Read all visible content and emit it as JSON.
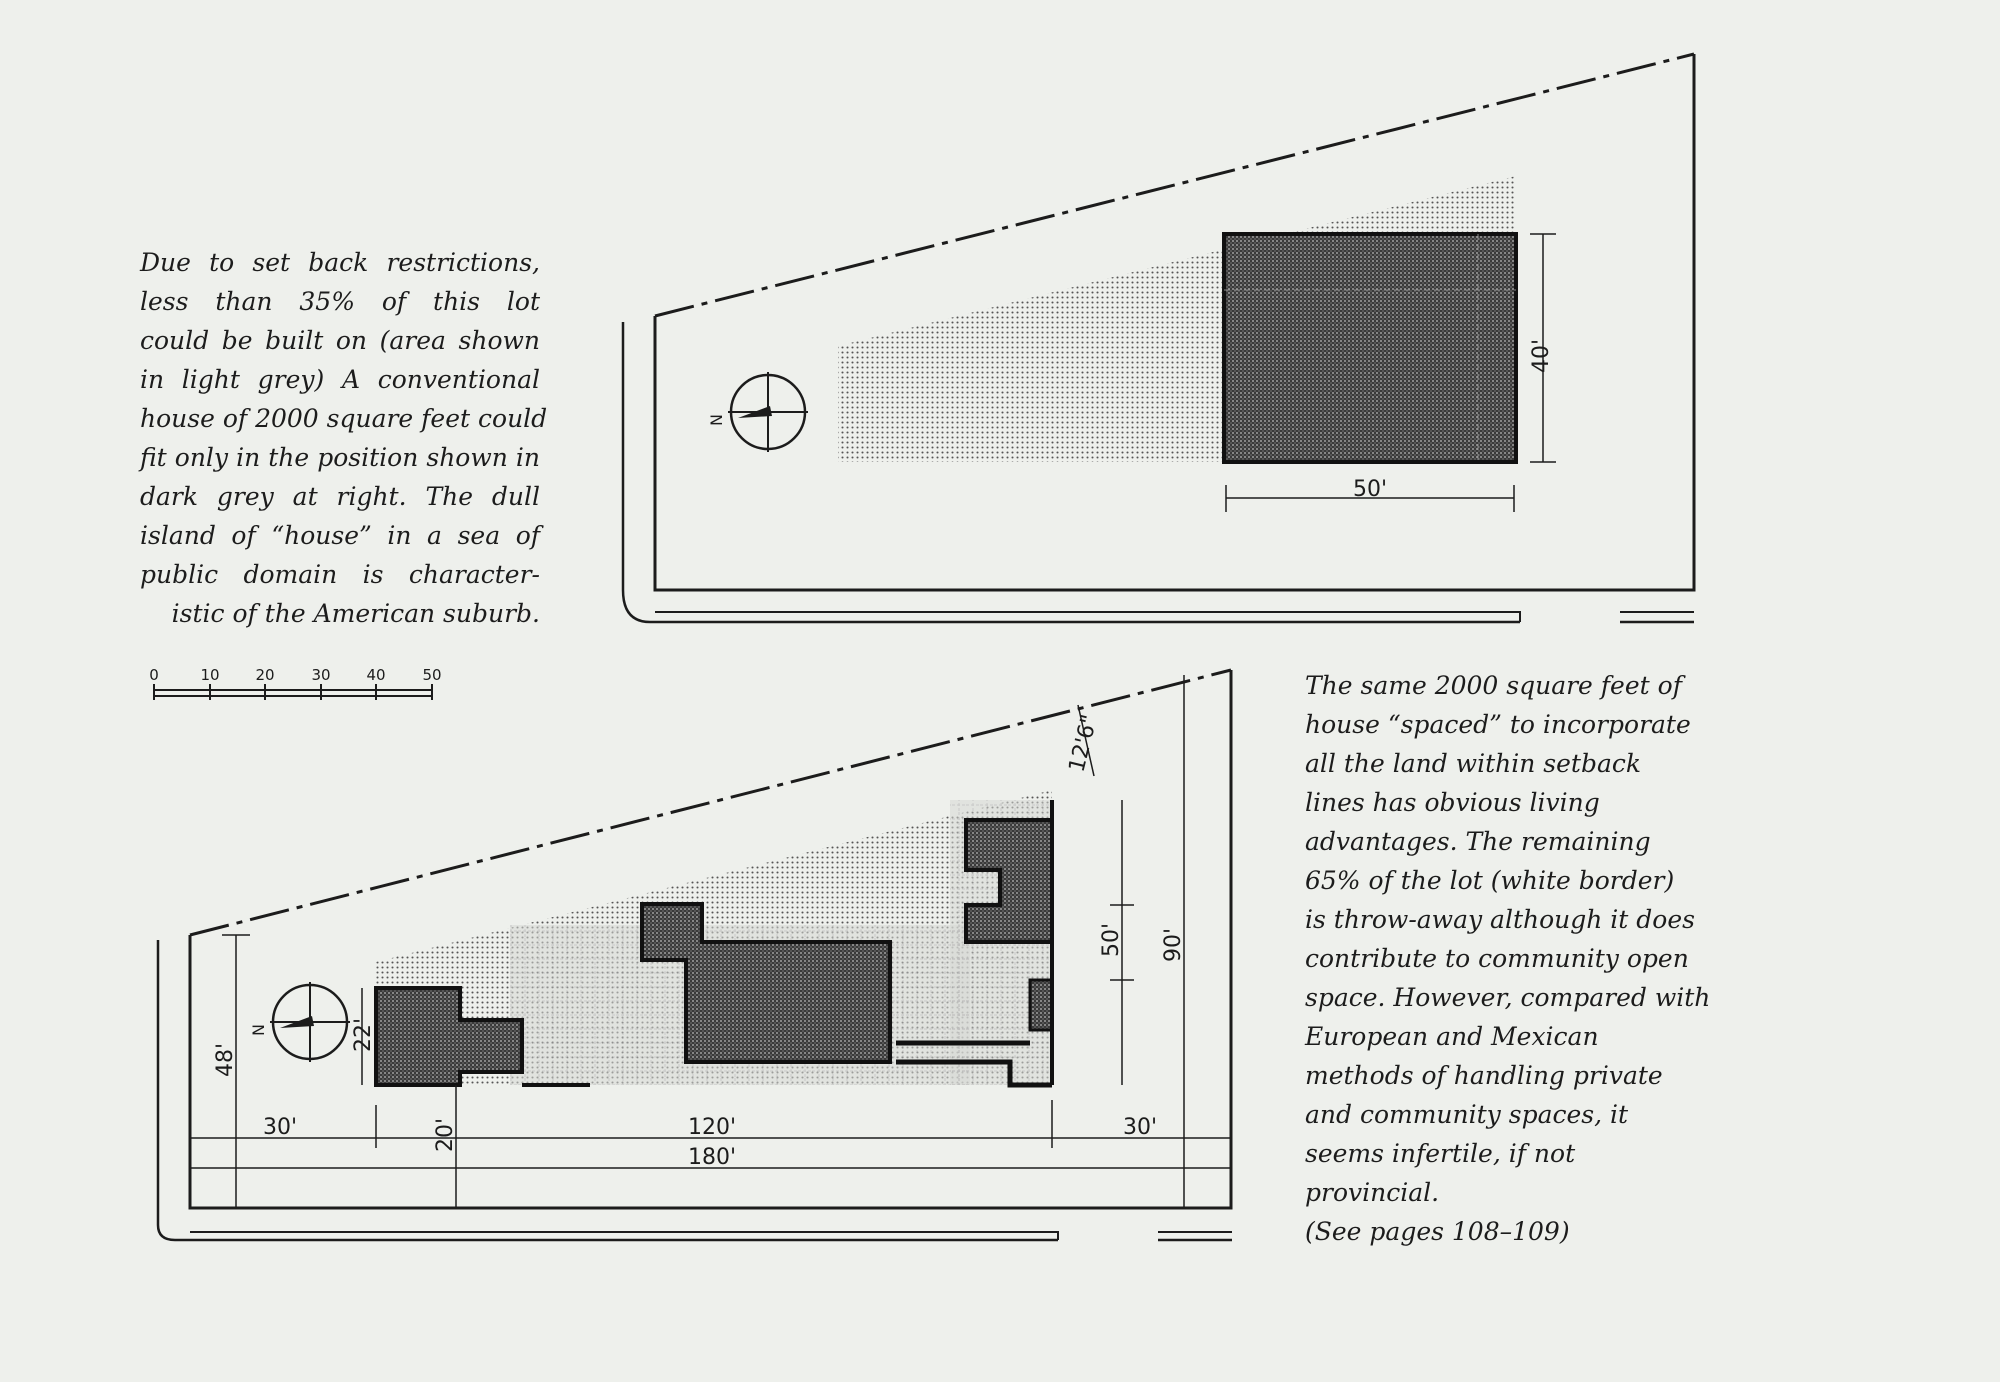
{
  "captions": {
    "top": [
      "Due to set back restrictions,",
      "less than 35% of this lot",
      "could be built on (area shown",
      "in light grey) A conventional",
      "house of 2000 square feet could",
      "fit only in the position shown in",
      "dark grey at right. The dull",
      "island of “house” in a sea of",
      "public domain is character-",
      "istic of the American suburb."
    ],
    "bottom": [
      "The same 2000 square feet of",
      "house “spaced” to incorporate",
      "all the land within setback",
      "lines has obvious living",
      "advantages. The remaining",
      "65% of the lot (white border)",
      "is throw-away although it does",
      "contribute to community open",
      "space. However, compared with",
      "European and Mexican",
      "methods of handling private",
      "and community spaces, it",
      "seems infertile, if not",
      "provincial.",
      "(See pages 108–109)"
    ]
  },
  "scale_bar": {
    "ticks": [
      "0",
      "10",
      "20",
      "30",
      "40",
      "50"
    ]
  },
  "plan_top": {
    "width_dim": "50'",
    "depth_dim": "40'",
    "north": "N"
  },
  "plan_bottom": {
    "north": "N",
    "dims": {
      "left_setback": "30'",
      "house_length": "120'",
      "right_setback": "30'",
      "lot_length": "180'",
      "left_depth": "48'",
      "front_setback": "20'",
      "wing_depth": "22'",
      "court_depth": "50'",
      "right_depth": "90'",
      "side_setback": "12'6\""
    }
  },
  "colors": {
    "paper": "#eef0ec",
    "ink": "#1c1c1c",
    "light_grey_fill": "#c8cac6",
    "dark_grey_fill": "#4a4a4a"
  }
}
